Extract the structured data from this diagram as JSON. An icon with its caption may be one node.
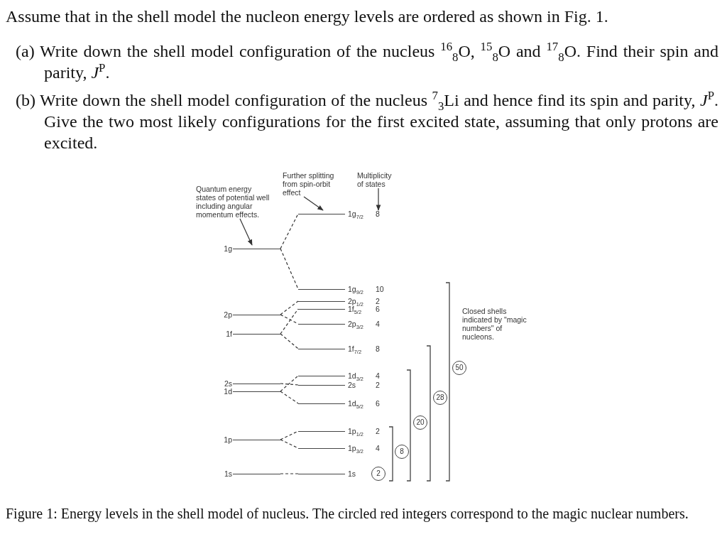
{
  "diagram": {
    "caption": "Figure 1: Energy levels in the shell model of nucleus. The circled red integers correspond to the magic nuclear numbers.",
    "nodes": [
      {
        "text": [
          "Quantum energy states of potential well including angular momentum effects."
        ]
      },
      {
        "text": [
          "Further splitting from spin-orbit effect"
        ]
      },
      {
        "text": [
          "Multiplicity of states"
        ]
      },
      {
        "text": [
          "1g"
        ]
      },
      {
        "text": [
          "2p"
        ]
      },
      {
        "text": [
          "1f"
        ]
      },
      {
        "text": [
          "2s"
        ]
      },
      {
        "text": [
          "1d"
        ]
      },
      {
        "text": [
          "1p"
        ]
      },
      {
        "text": [
          "1s"
        ]
      },
      {
        "text": [
          "1g$_{7/2}$"
        ],
        "beside": [
          "8"
        ]
      },
      {
        "text": [
          "1g$_{9/2}$"
        ],
        "beside": [
          "10"
        ]
      },
      {
        "text": [
          "2p$_{1/2}$"
        ],
        "beside": [
          "2"
        ]
      },
      {
        "text": [
          "1f$_{5/2}$"
        ],
        "beside": [
          "6"
        ]
      },
      {
        "text": [
          "2p$_{3/2}$"
        ],
        "beside": [
          "4"
        ]
      },
      {
        "text": [
          "1f$_{7/2}$"
        ],
        "beside": [
          "8"
        ]
      },
      {
        "text": [
          "1d$_{3/2}$"
        ],
        "beside": [
          "4"
        ]
      },
      {
        "text": [
          "2s"
        ],
        "beside": [
          "2"
        ]
      },
      {
        "text": [
          "1d$_{5/2}$"
        ],
        "beside": [
          "6"
        ]
      },
      {
        "text": [
          "1p$_{1/2}$"
        ],
        "beside": [
          "2"
        ]
      },
      {
        "text": [
          "1p$_{3/2}$"
        ],
        "beside": [
          "4"
        ]
      },
      {
        "text": [
          "1s"
        ]
      },
      {
        "text": [
          "2"
        ]
      },
      {
        "text": [
          "8"
        ]
      },
      {
        "text": [
          "20"
        ]
      },
      {
        "text": [
          "28"
        ]
      },
      {
        "text": [
          "50"
        ]
      }
    ],
    "edges": [
      {
        "from": 0,
        "to": 3,
        "arrow": "to"
      },
      {
        "from": 1,
        "to": 10,
        "arrow": "to"
      },
      {
        "from": 2,
        "to": 10,
        "arrow": "to"
      },
      {
        "from": 3,
        "to": 10,
        "arrow": "none",
        "style": "dashed"
      },
      {
        "from": 3,
        "to": 11,
        "arrow": "none",
        "style": "dashed"
      },
      {
        "from": 4,
        "to": 12,
        "arrow": "none",
        "style": "dashed"
      },
      {
        "from": 4,
        "to": 14,
        "arrow": "none",
        "style": "dashed"
      },
      {
        "from": 5,
        "to": 13,
        "arrow": "none",
        "style": "dashed"
      },
      {
        "from": 5,
        "to": 15,
        "arrow": "none",
        "style": "dashed"
      },
      {
        "from": 6,
        "to": 17,
        "arrow": "none",
        "style": "dashed"
      },
      {
        "from": 7,
        "to": 16,
        "arrow": "none",
        "style": "dashed"
      },
      {
        "from": 7,
        "to": 18,
        "arrow": "none",
        "style": "dashed"
      },
      {
        "from": 8,
        "to": 19,
        "arrow": "none",
        "style": "dashed"
      },
      {
        "from": 8,
        "to": 20,
        "arrow": "none",
        "style": "dashed"
      },
      {
        "from": 9,
        "to": 21,
        "arrow": "none",
        "style": "dashed"
      }
    ],
    "labels": [
      "Assume that in the shell model the nucleon energy levels are ordered as shown in Fig. 1.",
      "(a) Write down the shell model configuration of the nucleus $^{16}$$_{8}$O, $^{15}$$_{8}$O and $^{17}$$_{8}$O. Find their spin and parity, *J*$^{P}$.",
      "(b) Write down the shell model configuration of the nucleus $^{7}$$_{3}$Li and hence find its spin and parity, *J*$^{P}$. Give the two most likely configurations for the first excited state, assuming that only protons are excited.",
      "Closed shells indicated by \"magic numbers\" of nucleons."
    ]
  }
}
